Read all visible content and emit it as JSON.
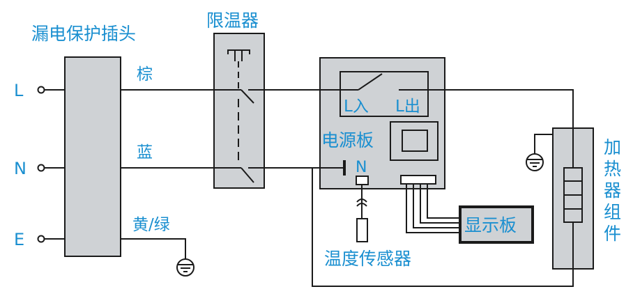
{
  "colors": {
    "label": "#1a8fd0",
    "box_fill": "#cfd2d5",
    "line": "#1a1a1a"
  },
  "labels": {
    "plug_title": "漏电保护插头",
    "limiter_title": "限温器",
    "terminal_l": "L",
    "terminal_n": "N",
    "terminal_e": "E",
    "wire_brown": "棕",
    "wire_blue": "蓝",
    "wire_yellow_green": "黄/绿",
    "relay_l_in": "L入",
    "relay_l_out": "L出",
    "power_board": "电源板",
    "power_n": "N",
    "temp_sensor": "温度传感器",
    "display_board": "显示板",
    "heater_chars": [
      "加",
      "热",
      "器",
      "组",
      "件"
    ]
  },
  "icons": [
    "terminal-circle-icon",
    "ground-symbol-icon",
    "switch-contact-icon",
    "heating-element-icon"
  ]
}
